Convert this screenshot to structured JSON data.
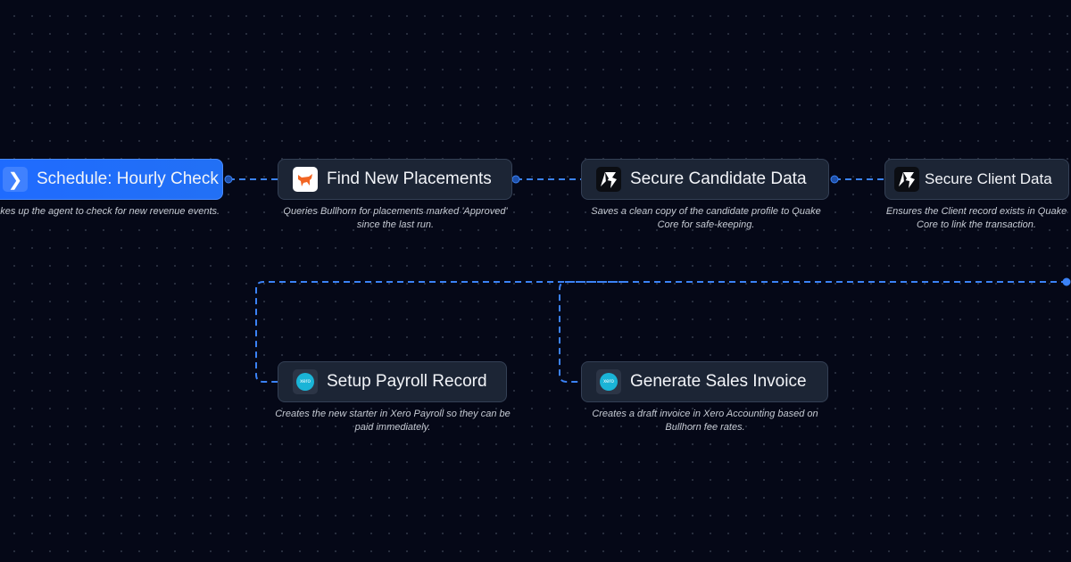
{
  "nodes": [
    {
      "title": "Schedule: Hourly Check",
      "description": "Wakes up the agent to check for new revenue events.",
      "icon": "play-chevron-icon"
    },
    {
      "title": "Find New Placements",
      "description": "Queries Bullhorn for placements marked 'Approved' since the last run.",
      "icon": "bullhorn-icon"
    },
    {
      "title": "Secure Candidate Data",
      "description": "Saves a clean copy of the candidate profile to Quake Core for safe-keeping.",
      "icon": "quake-icon"
    },
    {
      "title": "Secure Client Data",
      "description": "Ensures the Client record exists in Quake Core to link the transaction.",
      "icon": "quake-icon"
    },
    {
      "title": "Setup Payroll Record",
      "description": "Creates the new starter in Xero Payroll so they can be paid immediately.",
      "icon": "xero-icon"
    },
    {
      "title": "Generate Sales Invoice",
      "description": "Creates a draft invoice in Xero Accounting based on Bullhorn fee rates.",
      "icon": "xero-icon"
    }
  ],
  "xero_label": "xero",
  "colors": {
    "accent": "#1f6bff",
    "wire": "#3b82f6",
    "node": "#1c2535"
  }
}
